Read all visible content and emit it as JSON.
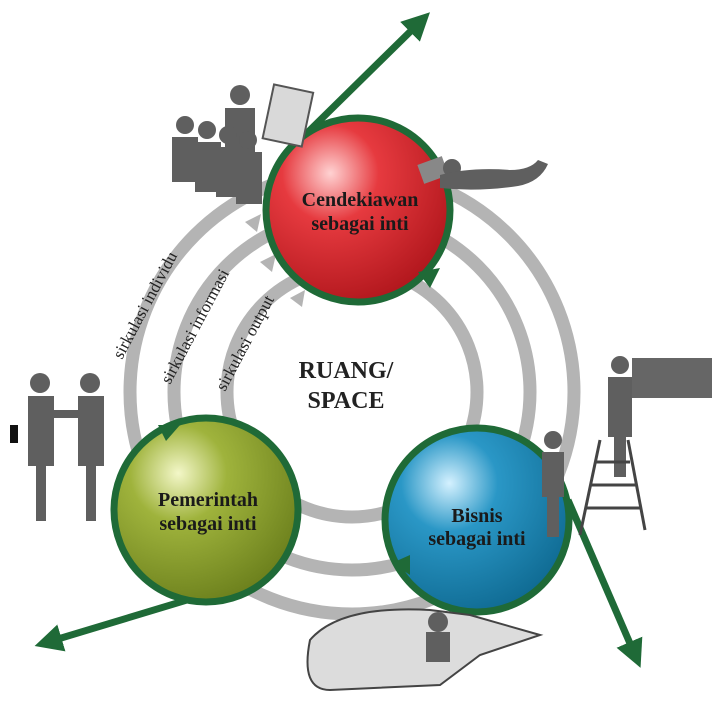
{
  "center": {
    "line1": "RUANG/",
    "line2": "SPACE"
  },
  "rings": {
    "outer": "sirkulasi individu",
    "middle": "sirkulasi informasi",
    "inner": "sirkulasi output"
  },
  "nodes": {
    "scholars": {
      "line1": "Cendekiawan",
      "line2": "sebagai inti"
    },
    "government": {
      "line1": "Pemerintah",
      "line2": "sebagai inti"
    },
    "business": {
      "line1": "Bisnis",
      "line2": "sebagai inti"
    }
  },
  "colors": {
    "ring": "#b4b4b4",
    "arrow": "#1f6a37",
    "node_border": "#1f6a37",
    "scholars": "#d9252b",
    "government": "#8ba132",
    "business": "#1f87b5",
    "silhouette": "#5f5f5f"
  }
}
